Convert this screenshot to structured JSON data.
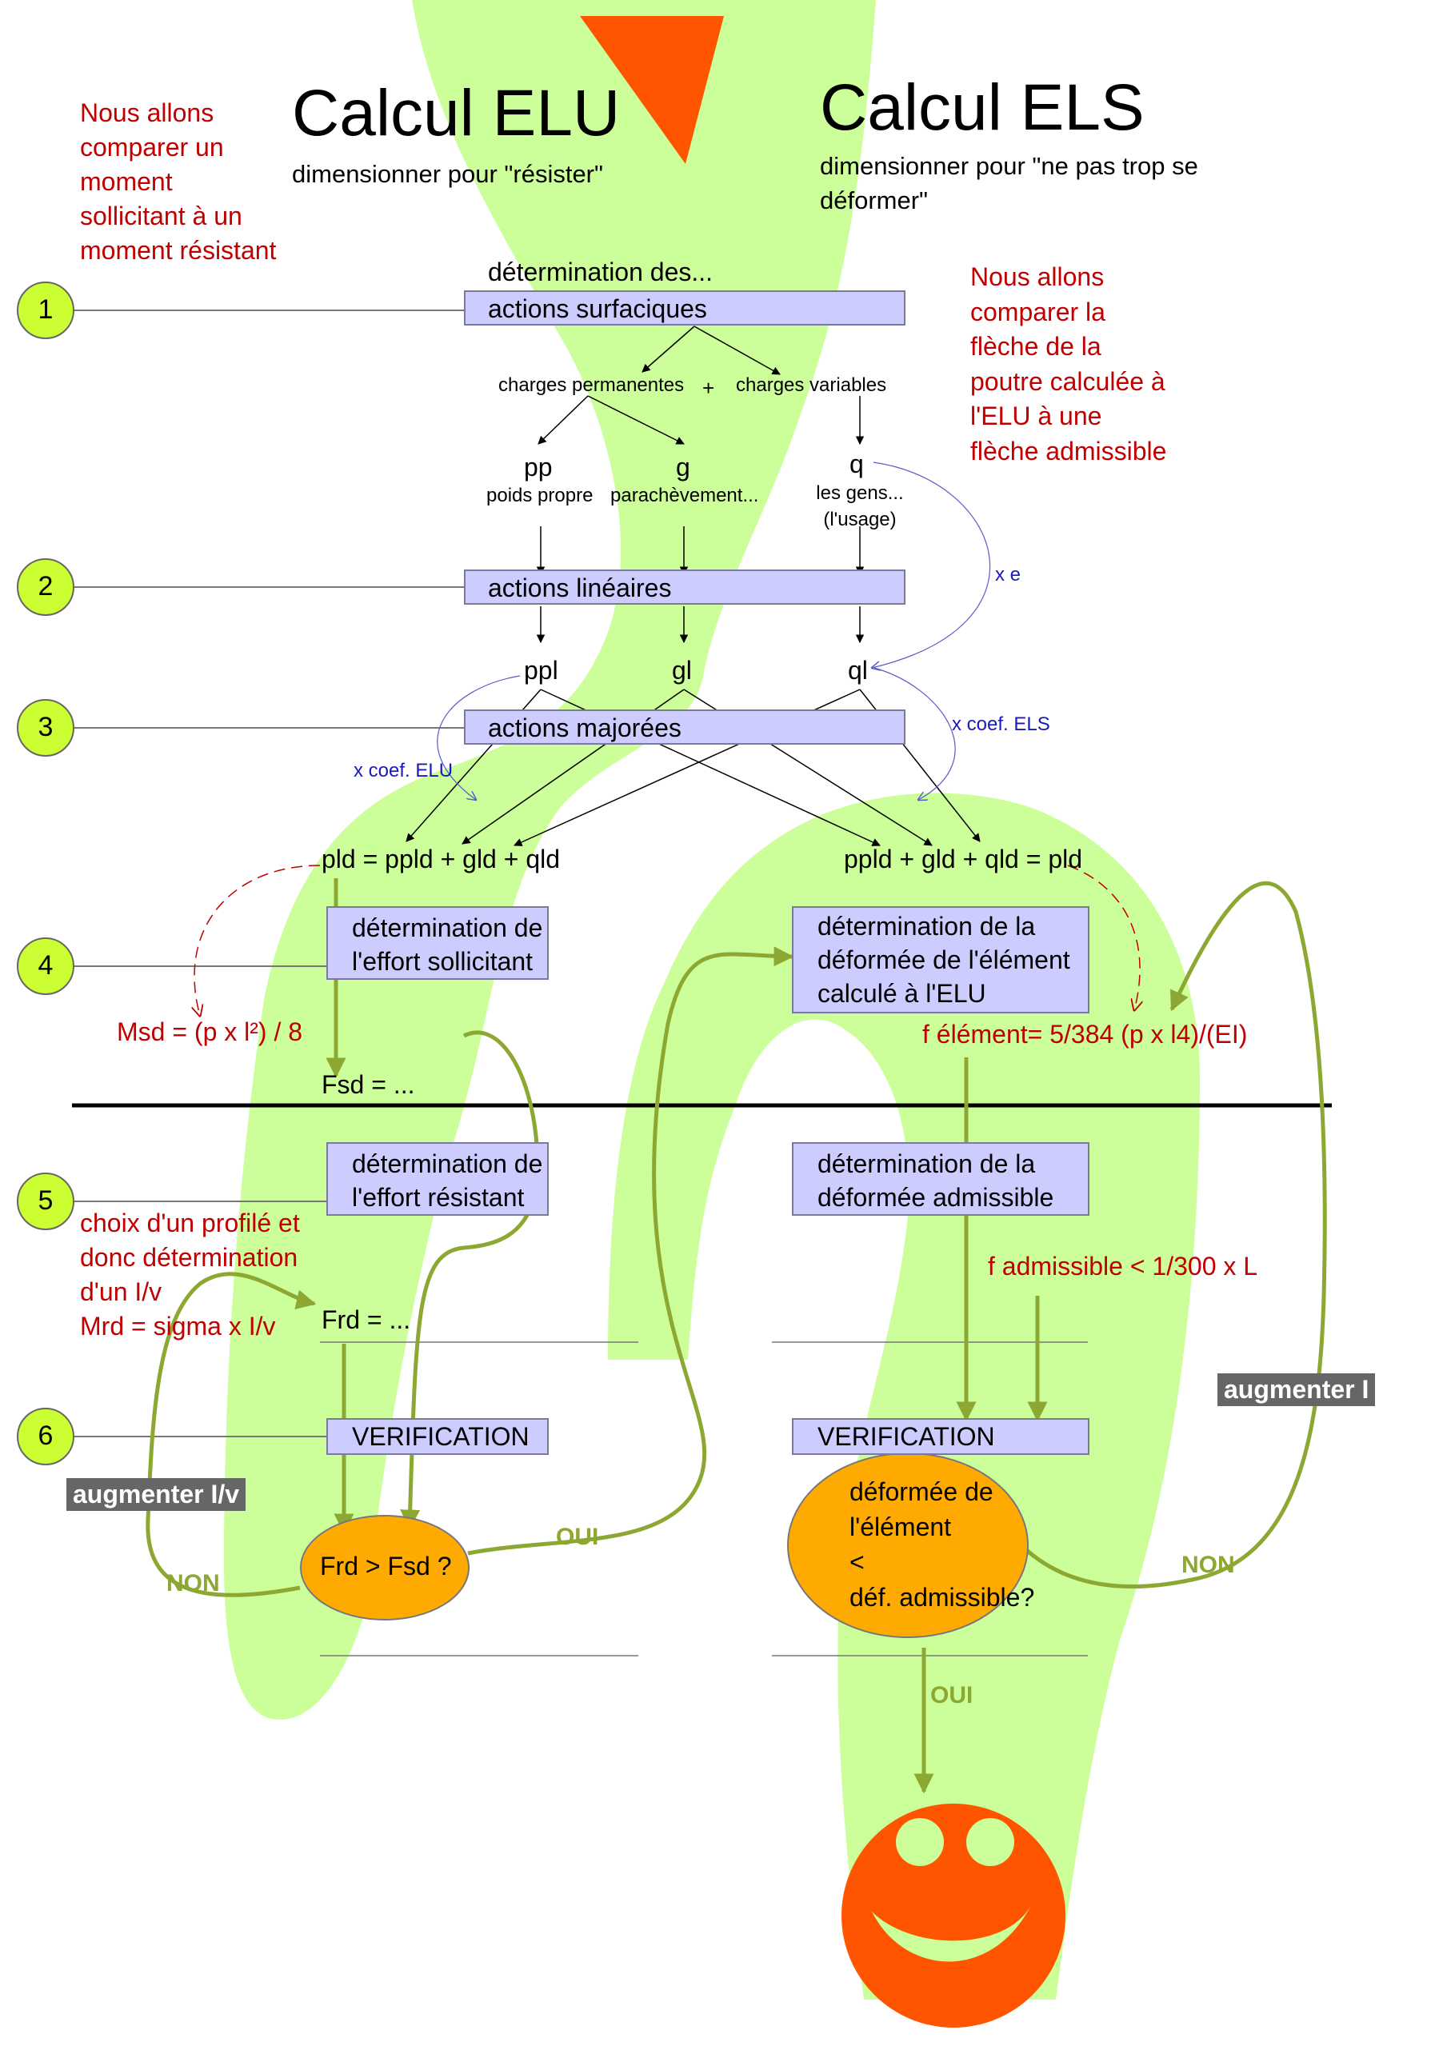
{
  "header": {
    "elu_title": "Calcul ELU",
    "elu_subtitle": "dimensionner pour \"résister\"",
    "els_title": "Calcul ELS",
    "els_subtitle_line1": "dimensionner pour \"ne pas trop se",
    "els_subtitle_line2": "déformer\""
  },
  "notes": {
    "left_intro": [
      "Nous allons",
      "comparer un",
      "moment",
      "sollicitant à un",
      "moment résistant"
    ],
    "right_intro": [
      "Nous allons",
      "comparer la",
      "flèche de la",
      "poutre calculée à",
      "l'ELU à une",
      "flèche admissible"
    ]
  },
  "steps": [
    "1",
    "2",
    "3",
    "4",
    "5",
    "6"
  ],
  "surface": {
    "above": "détermination des...",
    "box": "actions surfaciques",
    "charges_perm": "charges permanentes",
    "plus": "+",
    "charges_var": "charges variables",
    "pp": "pp",
    "pp_desc": "poids propre",
    "g": "g",
    "g_desc": "parachèvement...",
    "q": "q",
    "q_desc_1": "les gens...",
    "q_desc_2": "(l'usage)",
    "xe": "x e"
  },
  "linear": {
    "box": "actions linéaires",
    "ppl": "ppl",
    "gl": "gl",
    "ql": "ql"
  },
  "majorees": {
    "box": "actions majorées",
    "coef_elu": "x coef. ELU",
    "coef_els": "x coef. ELS",
    "pld_left": "pld = ppld + gld + qld",
    "pld_right": "ppld + gld + qld = pld"
  },
  "elu": {
    "effort_sollicitant": [
      "détermination de",
      "l'effort sollicitant"
    ],
    "msd": "Msd = (p x l²) / 8",
    "fsd": "Fsd = ...",
    "effort_resistant": [
      "détermination de",
      "l'effort résistant"
    ],
    "profile_note": [
      "choix d'un profilé et",
      "donc détermination",
      "d'un I/v",
      "Mrd = sigma x I/v"
    ],
    "frd": "Frd = ...",
    "verification": "VERIFICATION",
    "decision": "Frd > Fsd ?",
    "oui": "OUI",
    "non": "NON",
    "augmenter": "augmenter  I/v"
  },
  "els": {
    "deformee_elu": [
      "détermination de la",
      "déformée de l'élément",
      "calculé à l'ELU"
    ],
    "f_element": "f élément= 5/384 (p x l4)/(EI)",
    "deformee_adm": [
      "détermination de la",
      "déformée admissible"
    ],
    "f_admissible": "f admissible < 1/300 x L",
    "verification": "VERIFICATION",
    "decision": [
      "déformée de",
      "l'élément",
      "<",
      "déf. admissible?"
    ],
    "oui": "OUI",
    "non": "NON",
    "augmenter": "augmenter  I"
  },
  "colors": {
    "band_green": "#ccff99",
    "step_circle": "#ccff33",
    "box_fill": "#ccccff",
    "decision_orange": "#ffaa00",
    "accent_orange": "#ff5500",
    "flow_olive": "#8ca832",
    "note_red": "#c00000",
    "note_blue": "#1a1ab8"
  },
  "icons": [
    "warning-triangle-icon",
    "smiley-face-icon"
  ]
}
